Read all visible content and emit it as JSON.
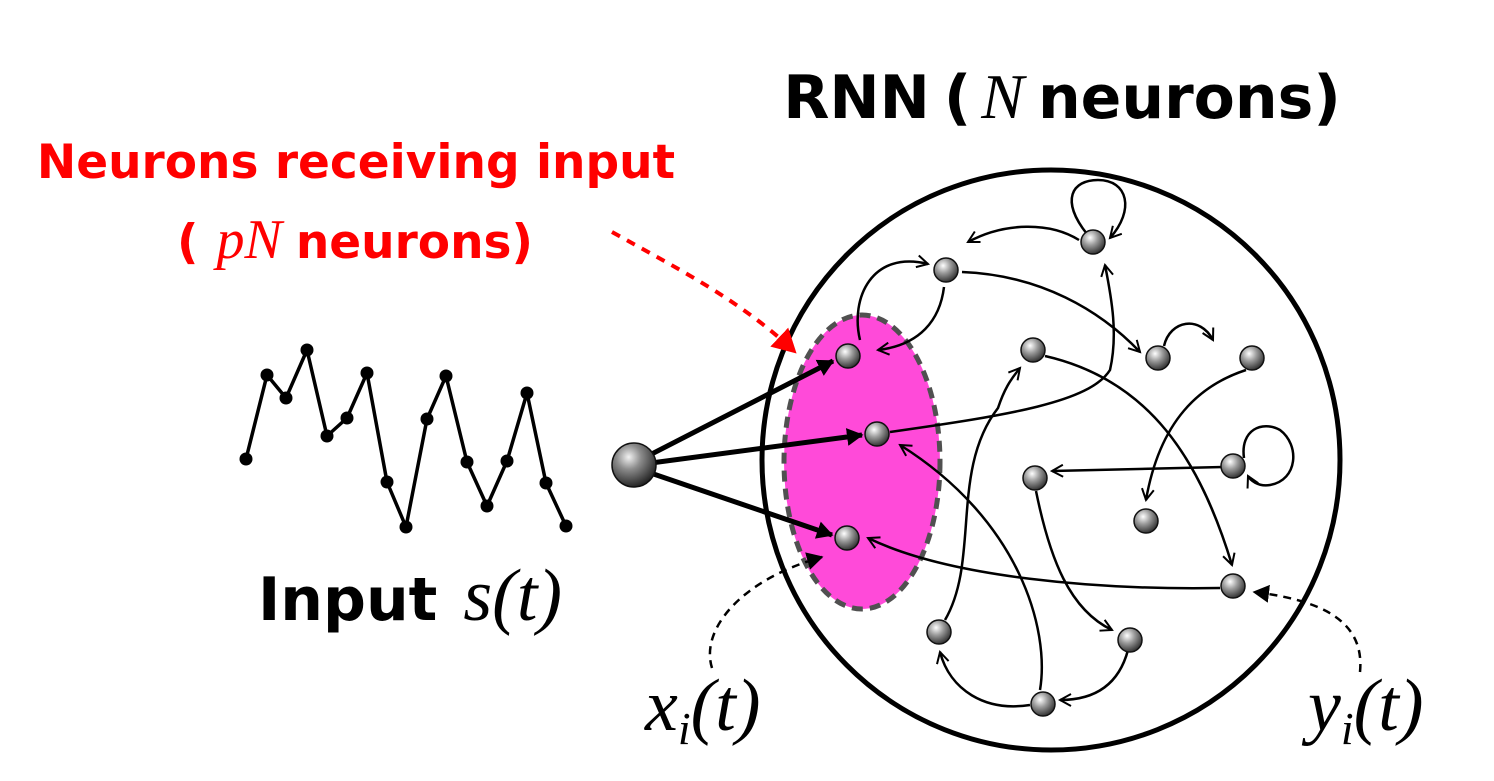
{
  "title": {
    "prefix": "RNN",
    "open_paren": "(",
    "var": "N",
    "suffix": "neurons)"
  },
  "input_group_label": {
    "line1": "Neurons receiving input",
    "line2_open": "(",
    "line2_var": "pN",
    "line2_suffix": "neurons)"
  },
  "input_label": {
    "word": "Input",
    "func": "s",
    "arg": "(t)"
  },
  "neuron_x_label": {
    "base": "x",
    "sub": "i",
    "arg": "(t)"
  },
  "neuron_y_label": {
    "base": "y",
    "sub": "i",
    "arg": "(t)"
  },
  "colors": {
    "highlight_text": "#ff0000",
    "input_region": "#ff4ad9",
    "region_border": "#505050",
    "ink": "#000000",
    "neuron_fill": "#606060"
  }
}
